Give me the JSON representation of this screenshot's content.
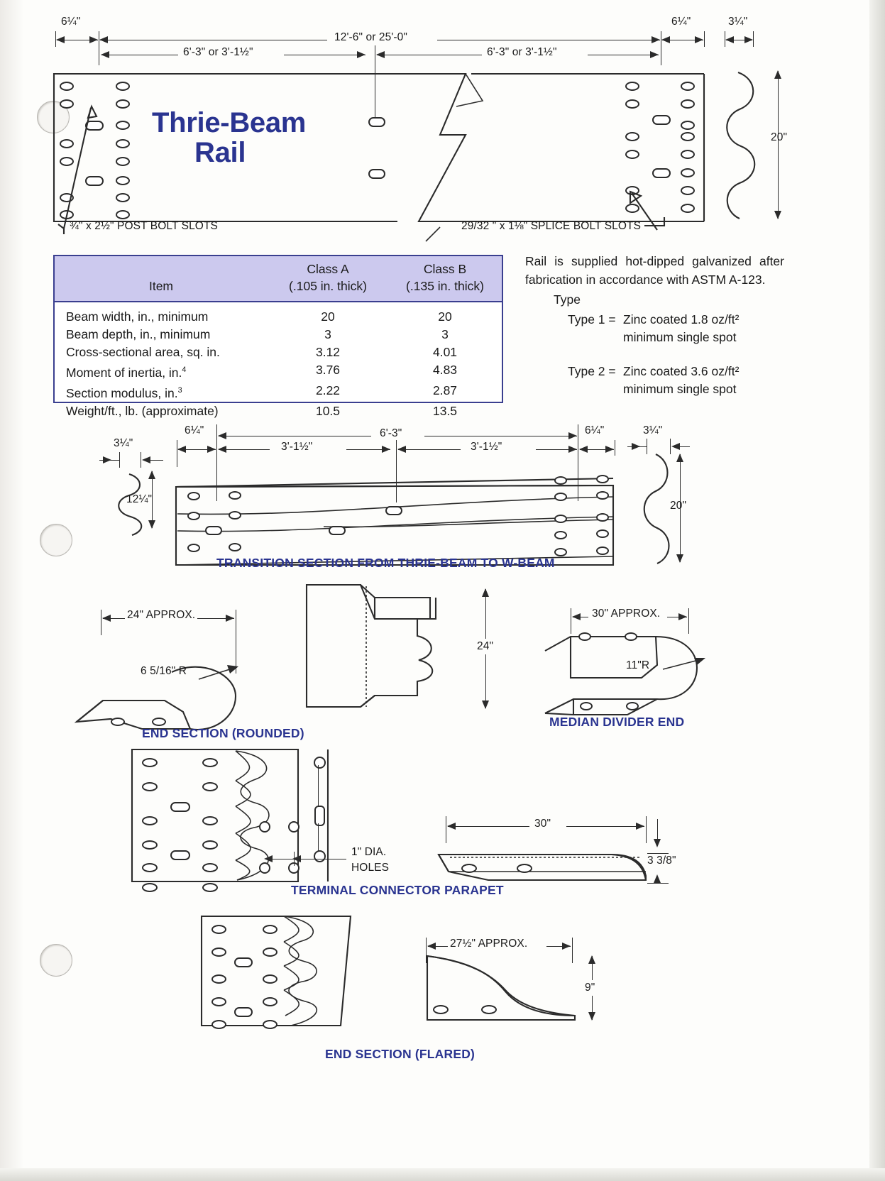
{
  "title": {
    "line1": "Thrie-Beam",
    "line2": "Rail"
  },
  "top_diagram": {
    "dim_left_end": "6¼\"",
    "dim_overall": "12'-6\" or 25'-0\"",
    "dim_half_left": "6'-3\" or 3'-1½\"",
    "dim_half_right": "6'-3\" or 3'-1½\"",
    "dim_right_end": "6¼\"",
    "dim_corr_depth": "3¼\"",
    "dim_height": "20\"",
    "label_post_slots": "¾\" x 2½\" POST BOLT SLOTS",
    "label_splice_slots": "29/32 \" x 1⅛\" SPLICE BOLT SLOTS"
  },
  "table": {
    "headers": {
      "item": "Item",
      "class_a_l1": "Class A",
      "class_a_l2": "(.105 in. thick)",
      "class_b_l1": "Class B",
      "class_b_l2": "(.135 in. thick)"
    },
    "rows": [
      {
        "item": "Beam width, in., minimum",
        "sup": "",
        "class_a": "20",
        "class_b": "20"
      },
      {
        "item": "Beam depth, in., minimum",
        "sup": "",
        "class_a": "3",
        "class_b": "3"
      },
      {
        "item": "Cross-sectional area, sq. in.",
        "sup": "",
        "class_a": "3.12",
        "class_b": "4.01"
      },
      {
        "item": "Moment of inertia, in.",
        "sup": "4",
        "class_a": "3.76",
        "class_b": "4.83"
      },
      {
        "item": "Section modulus, in.",
        "sup": "3",
        "class_a": "2.22",
        "class_b": "2.87"
      },
      {
        "item": "Weight/ft., lb. (approximate)",
        "sup": "",
        "class_a": "10.5",
        "class_b": "13.5"
      }
    ]
  },
  "notes": {
    "para": "Rail is supplied hot-dipped galvanized after fabrication in accordance with ASTM A-123.",
    "type_heading": "Type",
    "type1_label": "Type 1 =",
    "type1_text": "Zinc coated 1.8 oz/ft²",
    "type1_text2": "minimum single spot",
    "type2_label": "Type 2 =",
    "type2_text": "Zinc coated 3.6 oz/ft²",
    "type2_text2": "minimum single spot"
  },
  "transition": {
    "caption": "TRANSITION SECTION FROM THRIE-BEAM TO W-BEAM",
    "dim_left_corr": "3¼\"",
    "dim_left_height": "12¼\"",
    "dim_end_left": "6¼\"",
    "dim_total": "6'-3\"",
    "dim_half_left": "3'-1½\"",
    "dim_half_right": "3'-1½\"",
    "dim_end_right": "6¼\"",
    "dim_right_corr": "3¼\"",
    "dim_right_height": "20\""
  },
  "end_section_rounded": {
    "caption": "END SECTION (ROUNDED)",
    "dim_length": "24\" APPROX.",
    "dim_radius": "6 5/16\" R"
  },
  "center_profile": {
    "dim_height": "24\""
  },
  "median_divider": {
    "caption": "MEDIAN DIVIDER END",
    "dim_length": "30\" APPROX.",
    "dim_radius": "11\"R"
  },
  "terminal_connector": {
    "caption": "TERMINAL CONNECTOR PARAPET",
    "label_holes_l1": "1\" DIA.",
    "label_holes_l2": "HOLES"
  },
  "parapet_profile": {
    "dim_length": "30\"",
    "dim_height": "3 3/8\""
  },
  "end_section_flared": {
    "caption": "END SECTION (FLARED)",
    "dim_length": "27½\" APPROX.",
    "dim_height": "9\""
  },
  "colors": {
    "accent": "#2a3490",
    "table_header": "#ccc9ee",
    "table_border": "#3a3f8f",
    "ink": "#2b2b2b"
  }
}
